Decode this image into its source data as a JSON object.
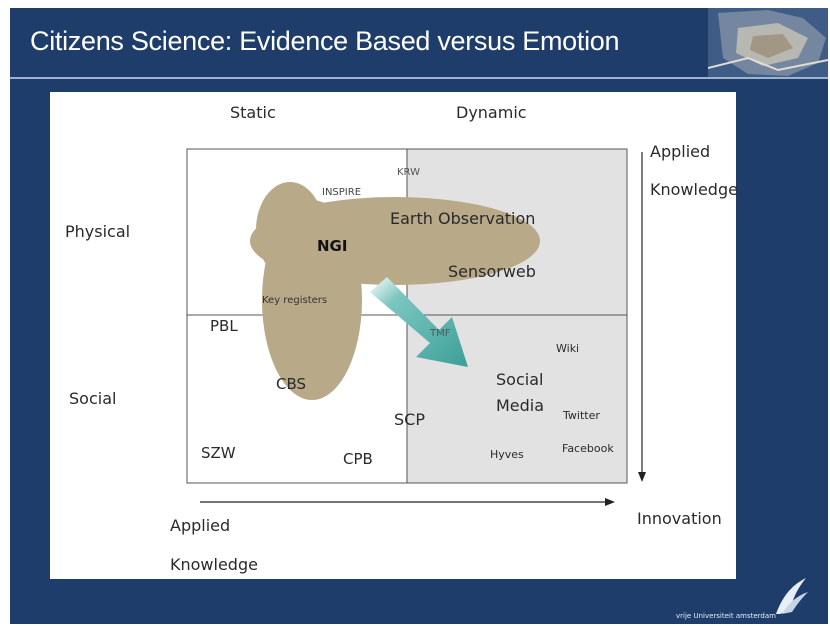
{
  "slide": {
    "title": "Citizens Science: Evidence Based versus Emotion",
    "footer": "vrije Universiteit   amsterdam"
  },
  "columns": {
    "left": "Static",
    "right": "Dynamic"
  },
  "rows": {
    "top": "Physical",
    "bottom": "Social"
  },
  "right_axis": {
    "line1": "Applied",
    "line2": "Knowledge"
  },
  "bottom_axis": {
    "line1": "Applied",
    "line2": "Knowledge",
    "end": "Innovation"
  },
  "items": {
    "krw": "KRW",
    "inspire": "INSPIRE",
    "earth_observation": "Earth Observation",
    "ngi": "NGI",
    "sensorweb": "Sensorweb",
    "key_registers": "Key registers",
    "pbl": "PBL",
    "tmf": "TMF",
    "wiki": "Wiki",
    "cbs": "CBS",
    "social_media_1": "Social",
    "social_media_2": "Media",
    "twitter": "Twitter",
    "scp": "SCP",
    "szw": "SZW",
    "cpb": "CPB",
    "hyves": "Hyves",
    "facebook": "Facebook"
  },
  "colors": {
    "background": "#1f3d6a",
    "blob": "#b8a988",
    "shaded_quadrant": "#e2e2e2",
    "arrow": "#3c9f98"
  }
}
